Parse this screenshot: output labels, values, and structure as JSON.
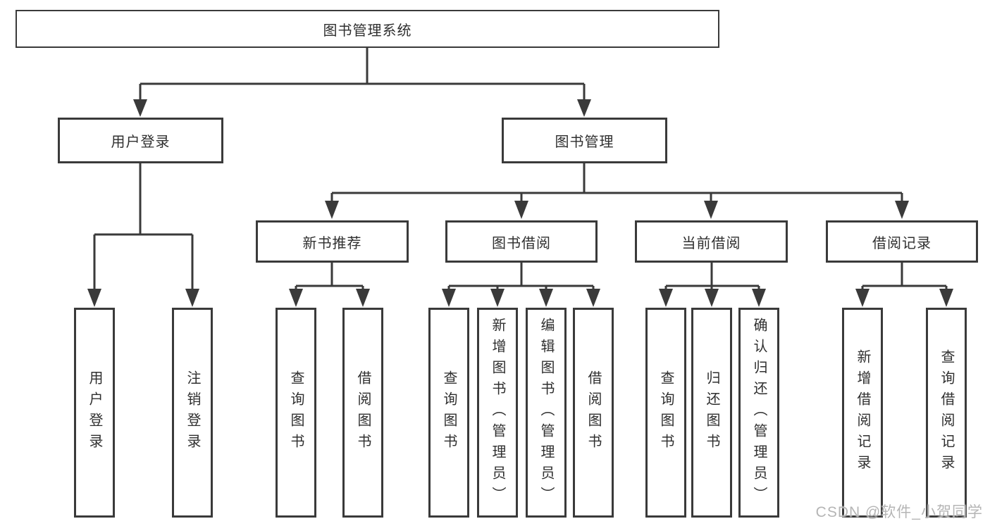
{
  "nodes": {
    "root": "图书管理系统",
    "level2": {
      "user_login": "用户登录",
      "book_mgmt": "图书管理"
    },
    "level3": {
      "new_books": "新书推荐",
      "book_borrow": "图书借阅",
      "current_borrow": "当前借阅",
      "borrow_records": "借阅记录"
    },
    "leaves": {
      "user_login": [
        "用户登录",
        "注销登录"
      ],
      "new_books": [
        "查询图书",
        "借阅图书"
      ],
      "book_borrow": [
        "查询图书",
        "新增图书（管理员）",
        "编辑图书（管理员）",
        "借阅图书"
      ],
      "current_borrow": [
        "查询图书",
        "归还图书",
        "确认归还（管理员）"
      ],
      "borrow_records": [
        "新增借阅记录",
        "查询借阅记录"
      ]
    }
  },
  "watermark": "CSDN @软件_小贺同学",
  "colors": {
    "line": "#3a3a3a",
    "text": "#2f2f2f",
    "watermark": "#b5b5b5"
  }
}
